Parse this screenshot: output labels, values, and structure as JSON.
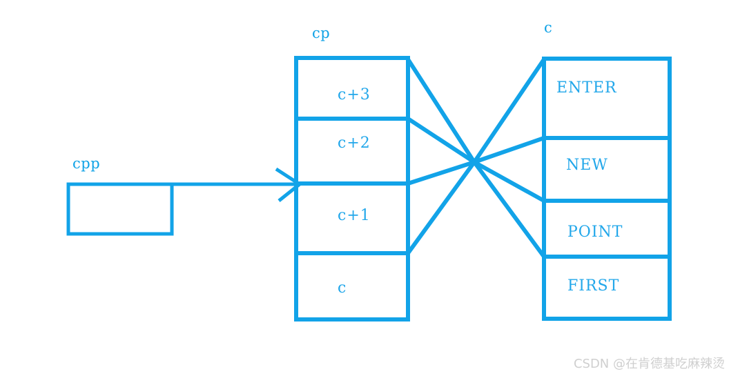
{
  "diagram": {
    "title_labels": {
      "cpp": "cpp",
      "cp": "cp",
      "c": "c"
    },
    "colors": {
      "stroke": "#12a3e8",
      "text": "#22a7ea",
      "watermark": "#cfcfcf",
      "background": "#ffffff"
    },
    "cpp_box": {
      "name": "cpp",
      "value": ""
    },
    "cp_array": {
      "name": "cp",
      "cells": [
        {
          "label": "c+3"
        },
        {
          "label": "c+2"
        },
        {
          "label": "c+1"
        },
        {
          "label": "c"
        }
      ]
    },
    "c_array": {
      "name": "c",
      "cells": [
        {
          "label": "ENTER"
        },
        {
          "label": "NEW"
        },
        {
          "label": "POINT"
        },
        {
          "label": "FIRST"
        }
      ]
    },
    "pointer_arrow": {
      "from": "cpp",
      "to": "cp",
      "direction": "right"
    },
    "crossing_links": [
      {
        "from": "cp.c+3",
        "to": "c.POINT"
      },
      {
        "from": "cp.c+2",
        "to": "c.FIRST"
      },
      {
        "from": "cp.c+1",
        "to": "c.NEW"
      },
      {
        "from": "cp.c",
        "to": "c.ENTER"
      }
    ]
  },
  "watermark": {
    "text": "CSDN @在肯德基吃麻辣烫"
  }
}
